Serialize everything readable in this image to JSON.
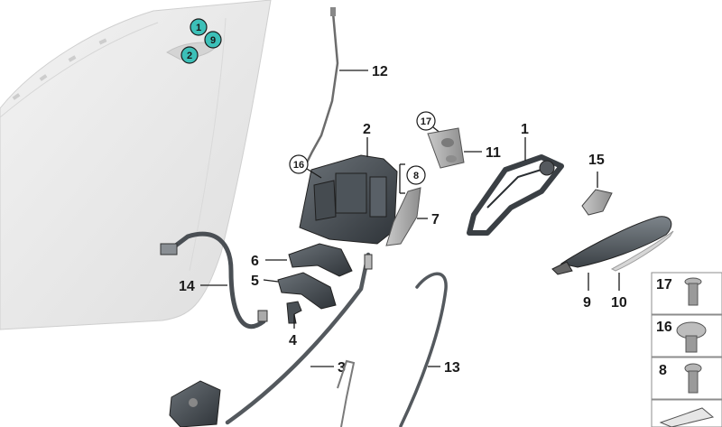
{
  "part_labels": {
    "p1": "1",
    "p2": "2",
    "p3": "3",
    "p4": "4",
    "p5": "5",
    "p6": "6",
    "p7": "7",
    "p8": "8",
    "p9": "9",
    "p10": "10",
    "p11": "11",
    "p12": "12",
    "p13": "13",
    "p14": "14",
    "p15": "15",
    "p16": "16",
    "p17": "17"
  },
  "door_markers": {
    "m1": "1",
    "m9": "9",
    "m2": "2"
  },
  "screw_panel": {
    "s17": "17",
    "s16": "16",
    "s8": "8"
  },
  "colors": {
    "marker_teal": "#3cc0b8",
    "part_dark": "#3a3f44",
    "door_gray": "#e9e9e9"
  }
}
